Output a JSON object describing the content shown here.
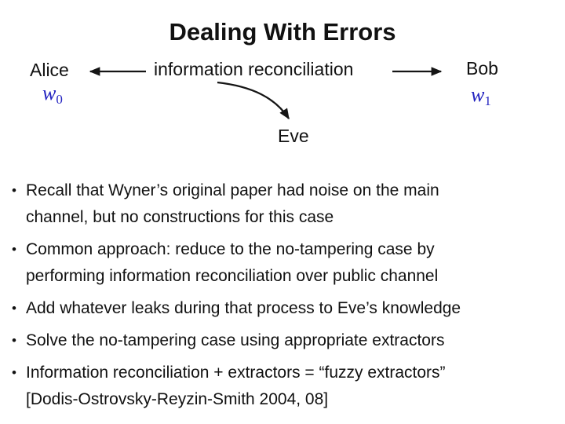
{
  "title": "Dealing With Errors",
  "colors": {
    "background": "#ffffff",
    "text": "#111111",
    "variable_blue": "#2323c0"
  },
  "diagram": {
    "alice_label": "Alice",
    "bob_label": "Bob",
    "eve_label": "Eve",
    "channel_label": "information reconciliation",
    "alice_var_letter": "w",
    "alice_var_subscript": "0",
    "bob_var_letter": "w",
    "bob_var_subscript": "1"
  },
  "bullets": {
    "marker": "•",
    "items": [
      {
        "lines": [
          "Recall that Wyner’s original paper had noise on the main",
          "channel, but no constructions for this case"
        ]
      },
      {
        "lines": [
          "Common approach: reduce to the no-tampering case by",
          "performing information reconciliation over public channel"
        ]
      },
      {
        "lines": [
          "Add whatever leaks during that process to Eve’s knowledge"
        ]
      },
      {
        "lines": [
          "Solve the no-tampering case using appropriate extractors"
        ]
      },
      {
        "lines": [
          "Information reconciliation + extractors = “fuzzy extractors”",
          "[Dodis-Ostrovsky-Reyzin-Smith 2004, 08]"
        ]
      }
    ]
  }
}
